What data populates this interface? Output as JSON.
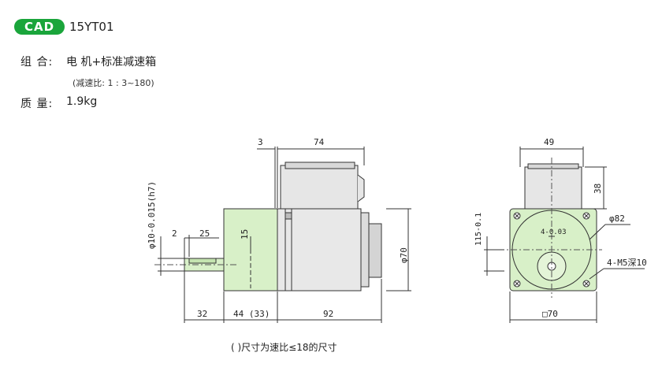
{
  "header": {
    "badge": "CAD",
    "model": "15YT01"
  },
  "specs": {
    "combo_label": "组 合:",
    "combo_value": "电 机+标准减速箱",
    "ratio_note": "(减速比: 1 : 3~180)",
    "mass_label": "质 量:",
    "mass_value": "1.9kg"
  },
  "dims": {
    "d3": "3",
    "d74": "74",
    "d2": "2",
    "d25": "25",
    "d15": "15",
    "shaft_dia": "φ10-0.015(h7)",
    "d70": "φ70",
    "d32": "32",
    "d44": "44 (33)",
    "d92": "92",
    "d49": "49",
    "d38": "38",
    "d82": "φ82",
    "key": "4-0.03",
    "d115": "115-0.1",
    "holes": "4-M5深10",
    "sq70": "□70"
  },
  "caption": "( )尺寸为速比≤18的尺寸",
  "colors": {
    "badge": "#1aa53b",
    "flange": "#d8f0c8",
    "motor": "#e6e6e6"
  }
}
